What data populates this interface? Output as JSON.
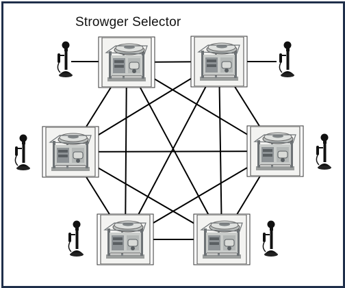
{
  "diagram": {
    "title": "Strowger Selector",
    "colors": {
      "frame": "#1f2f4a",
      "line": "#000000",
      "selector_metal": "#d9dbd8",
      "selector_dark": "#5a5f62",
      "phone": "#111111"
    },
    "nodes": [
      {
        "id": "n1",
        "label": "selector-top-left"
      },
      {
        "id": "n2",
        "label": "selector-top-right"
      },
      {
        "id": "n3",
        "label": "selector-mid-left"
      },
      {
        "id": "n4",
        "label": "selector-mid-right"
      },
      {
        "id": "n5",
        "label": "selector-bottom-left"
      },
      {
        "id": "n6",
        "label": "selector-bottom-right"
      }
    ],
    "edges": [
      [
        "n1",
        "n2"
      ],
      [
        "n1",
        "n3"
      ],
      [
        "n1",
        "n4"
      ],
      [
        "n1",
        "n5"
      ],
      [
        "n1",
        "n6"
      ],
      [
        "n2",
        "n3"
      ],
      [
        "n2",
        "n4"
      ],
      [
        "n2",
        "n5"
      ],
      [
        "n2",
        "n6"
      ],
      [
        "n3",
        "n4"
      ],
      [
        "n3",
        "n5"
      ],
      [
        "n3",
        "n6"
      ],
      [
        "n4",
        "n5"
      ],
      [
        "n4",
        "n6"
      ],
      [
        "n5",
        "n6"
      ]
    ],
    "phones": [
      {
        "node": "n1",
        "icon": "candlestick-telephone-icon"
      },
      {
        "node": "n2",
        "icon": "candlestick-telephone-icon"
      },
      {
        "node": "n3",
        "icon": "candlestick-telephone-icon"
      },
      {
        "node": "n4",
        "icon": "candlestick-telephone-icon"
      },
      {
        "node": "n5",
        "icon": "candlestick-telephone-icon"
      },
      {
        "node": "n6",
        "icon": "candlestick-telephone-icon"
      }
    ]
  }
}
